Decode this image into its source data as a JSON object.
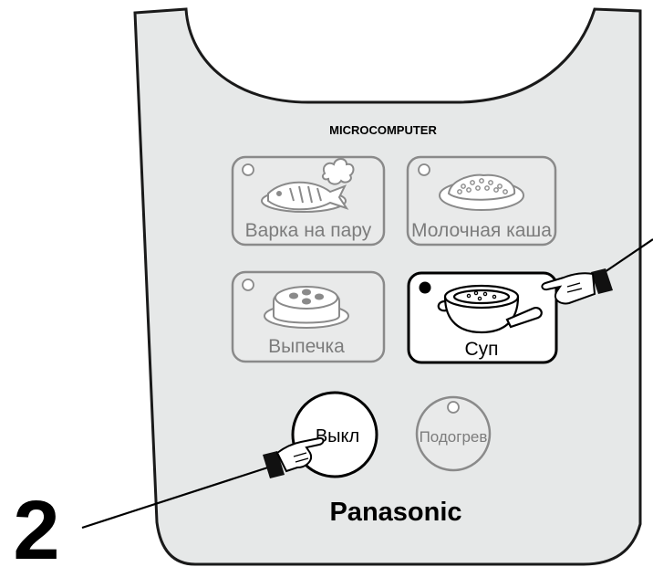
{
  "panel": {
    "header": "MICROCOMPUTER",
    "brand": "Panasonic"
  },
  "buttons": {
    "steam": {
      "label": "Варка на пару",
      "indicator": "off"
    },
    "milk_porridge": {
      "label": "Молочная каша",
      "indicator": "off"
    },
    "baking": {
      "label": "Выпечка",
      "indicator": "off"
    },
    "soup": {
      "label": "Суп",
      "indicator": "on"
    },
    "off": {
      "label": "Выкл"
    },
    "keep_warm": {
      "label": "Подогрев",
      "indicator": "off"
    }
  },
  "step": {
    "number": "2"
  },
  "colors": {
    "panel_fill": "#e6e8e8",
    "inactive_outline": "#8a8a8a",
    "active_outline": "#000000",
    "active_fill": "#ffffff"
  },
  "icons": {
    "steam": "fish-steam-icon",
    "milk_porridge": "porridge-plate-icon",
    "baking": "cake-icon",
    "soup": "soup-bowl-icon",
    "pointer": "pointing-hand-icon"
  }
}
